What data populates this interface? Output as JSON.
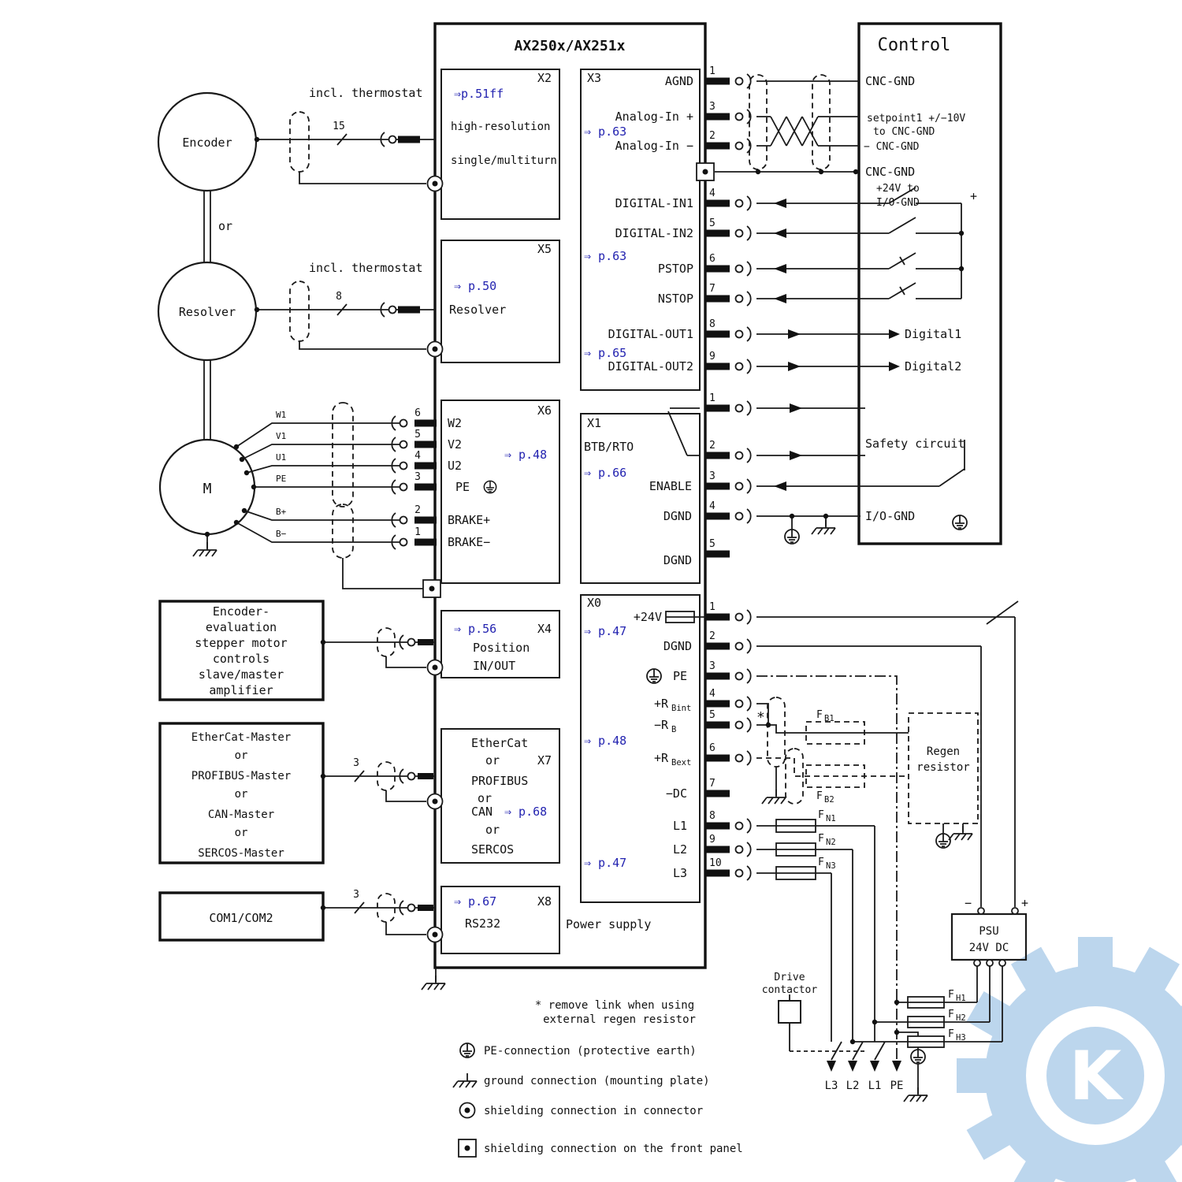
{
  "amplifier": {
    "title": "AX250x/AX251x",
    "power_supply": "Power supply",
    "x2": {
      "id": "X2",
      "ref": "⇒p.51ff",
      "line1": "high-resolution",
      "line2": "single/multiturn"
    },
    "x5": {
      "id": "X5",
      "ref": "⇒ p.50",
      "line1": "Resolver"
    },
    "x6": {
      "id": "X6",
      "ref": "⇒ p.48",
      "pins": [
        {
          "num": "6",
          "label": "W2"
        },
        {
          "num": "5",
          "label": "V2"
        },
        {
          "num": "4",
          "label": "U2"
        },
        {
          "num": "3",
          "label": "PE"
        },
        {
          "num": "2",
          "label": "BRAKE+"
        },
        {
          "num": "1",
          "label": "BRAKE−"
        }
      ]
    },
    "x4": {
      "id": "X4",
      "ref": "⇒ p.56",
      "line1": "Position",
      "line2": "IN/OUT"
    },
    "x7": {
      "id": "X7",
      "ref": "⇒ p.68",
      "lines": [
        "EtherCat",
        "or",
        "PROFIBUS",
        "or",
        "CAN",
        "or",
        "SERCOS"
      ]
    },
    "x8": {
      "id": "X8",
      "ref": "⇒ p.67",
      "line1": "RS232"
    },
    "x3": {
      "id": "X3",
      "ref1": "⇒ p.63",
      "ref2": "⇒ p.63",
      "ref3": "⇒ p.65",
      "pins": [
        {
          "num": "1",
          "label": "AGND"
        },
        {
          "num": "3",
          "label": "Analog-In +"
        },
        {
          "num": "2",
          "label": "Analog-In −"
        },
        {
          "num": "4",
          "label": "DIGITAL-IN1"
        },
        {
          "num": "5",
          "label": "DIGITAL-IN2"
        },
        {
          "num": "6",
          "label": "PSTOP"
        },
        {
          "num": "7",
          "label": "NSTOP"
        },
        {
          "num": "8",
          "label": "DIGITAL-OUT1"
        },
        {
          "num": "9",
          "label": "DIGITAL-OUT2"
        }
      ]
    },
    "x1": {
      "id": "X1",
      "ref": "⇒ p.66",
      "relay_label": "BTB/RTO",
      "pins": [
        {
          "num": "1",
          "label": ""
        },
        {
          "num": "2",
          "label": ""
        },
        {
          "num": "3",
          "label": "ENABLE"
        },
        {
          "num": "4",
          "label": "DGND"
        },
        {
          "num": "5",
          "label": "DGND"
        }
      ]
    },
    "x0": {
      "id": "X0",
      "ref1": "⇒ p.47",
      "ref2": "⇒ p.48",
      "ref3": "⇒ p.47",
      "pins": [
        {
          "num": "1",
          "label": "+24V"
        },
        {
          "num": "2",
          "label": "DGND"
        },
        {
          "num": "3",
          "label": "PE"
        },
        {
          "num": "4",
          "label": "+R",
          "sub": "Bint"
        },
        {
          "num": "5",
          "label": "−R",
          "sub": "B"
        },
        {
          "num": "6",
          "label": "+R",
          "sub": "Bext"
        },
        {
          "num": "7",
          "label": "−DC"
        },
        {
          "num": "8",
          "label": "L1"
        },
        {
          "num": "9",
          "label": "L2"
        },
        {
          "num": "10",
          "label": "L3"
        }
      ]
    }
  },
  "left": {
    "encoder": "Encoder",
    "or": "or",
    "resolver": "Resolver",
    "motor": "M",
    "thermostat1": "incl. thermostat",
    "thermostat2": "incl. thermostat",
    "enc_wires": "15",
    "res_wires": "8",
    "bus_wires": "3",
    "com_wires": "3",
    "motor_terminals": [
      "W1",
      "V1",
      "U1",
      "PE",
      "B+",
      "B−"
    ],
    "encoder_eval": [
      "Encoder-",
      "evaluation",
      "stepper motor",
      "controls",
      "slave/master",
      "amplifier"
    ],
    "fieldbus": [
      "EtherCat-Master",
      "or",
      "PROFIBUS-Master",
      "or",
      "CAN-Master",
      "or",
      "SERCOS-Master"
    ],
    "com": "COM1/COM2"
  },
  "control": {
    "title": "Control",
    "cnc_gnd1": "CNC-GND",
    "setpoint_line1": "setpoint1 +/−10V",
    "setpoint_line2": "to CNC-GND",
    "minus_cnc_gnd": "− CNC-GND",
    "cnc_gnd2": "CNC-GND",
    "supply_line1": "+24V to",
    "supply_line2": "I/O-GND",
    "plus": "+",
    "digital1": "Digital1",
    "digital2": "Digital2",
    "safety": "Safety circuit",
    "io_gnd": "I/O-GND"
  },
  "power": {
    "asterisk": "*",
    "fb1": {
      "base": "F",
      "sub": "B1"
    },
    "fb2": {
      "base": "F",
      "sub": "B2"
    },
    "regen_line1": "Regen",
    "regen_line2": "resistor",
    "fn1": {
      "base": "F",
      "sub": "N1"
    },
    "fn2": {
      "base": "F",
      "sub": "N2"
    },
    "fn3": {
      "base": "F",
      "sub": "N3"
    },
    "fh1": {
      "base": "F",
      "sub": "H1"
    },
    "fh2": {
      "base": "F",
      "sub": "H2"
    },
    "fh3": {
      "base": "F",
      "sub": "H3"
    },
    "contactor_line1": "Drive",
    "contactor_line2": "contactor",
    "psu_line1": "PSU",
    "psu_line2": "24V DC",
    "minus": "−",
    "plus": "+",
    "mains": [
      "L3",
      "L2",
      "L1",
      "PE"
    ]
  },
  "notes": {
    "footnote_line1": "* remove link when using",
    "footnote_line2": "external regen resistor"
  },
  "legend": {
    "pe": "PE-connection (protective earth)",
    "ground": "ground connection (mounting plate)",
    "shield_connector": "shielding connection in connector",
    "shield_panel": "shielding connection on the front panel"
  }
}
